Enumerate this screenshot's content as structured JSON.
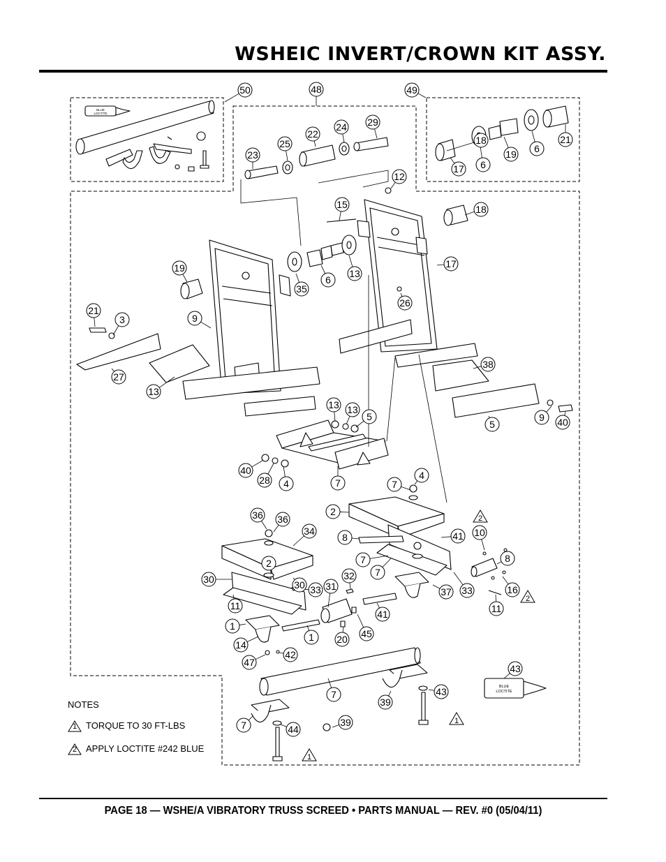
{
  "header": {
    "title": "WSHEIC INVERT/CROWN KIT ASSY."
  },
  "footer": {
    "text": "PAGE 18 — WSHE/A VIBRATORY TRUSS SCREED • PARTS MANUAL — REV. #0 (05/04/11)"
  },
  "notes": {
    "heading": "NOTES",
    "items": [
      {
        "num": "1",
        "text": "TORQUE TO 30 FT-LBS"
      },
      {
        "num": "2",
        "text": "APPLY LOCTITE #242 BLUE"
      }
    ]
  },
  "loctite": {
    "line1": "BLUE",
    "line2": "LOCTITE"
  },
  "callouts": [
    "50",
    "48",
    "49",
    "24",
    "29",
    "22",
    "25",
    "23",
    "12",
    "15",
    "18",
    "17",
    "6",
    "19",
    "18",
    "6",
    "21",
    "17",
    "19",
    "6",
    "35",
    "13",
    "21",
    "3",
    "9",
    "26",
    "27",
    "13",
    "38",
    "9",
    "40",
    "5",
    "13",
    "13",
    "5",
    "40",
    "28",
    "4",
    "7",
    "4",
    "7",
    "36",
    "36",
    "2",
    "34",
    "8",
    "41",
    "10",
    "8",
    "2",
    "7",
    "30",
    "7",
    "30",
    "11",
    "33",
    "33",
    "32",
    "31",
    "41",
    "16",
    "11",
    "37",
    "1",
    "1",
    "20",
    "45",
    "14",
    "47",
    "42",
    "43",
    "7",
    "39",
    "43",
    "7",
    "44",
    "39"
  ],
  "note_flags": [
    "2",
    "2",
    "1",
    "1"
  ]
}
